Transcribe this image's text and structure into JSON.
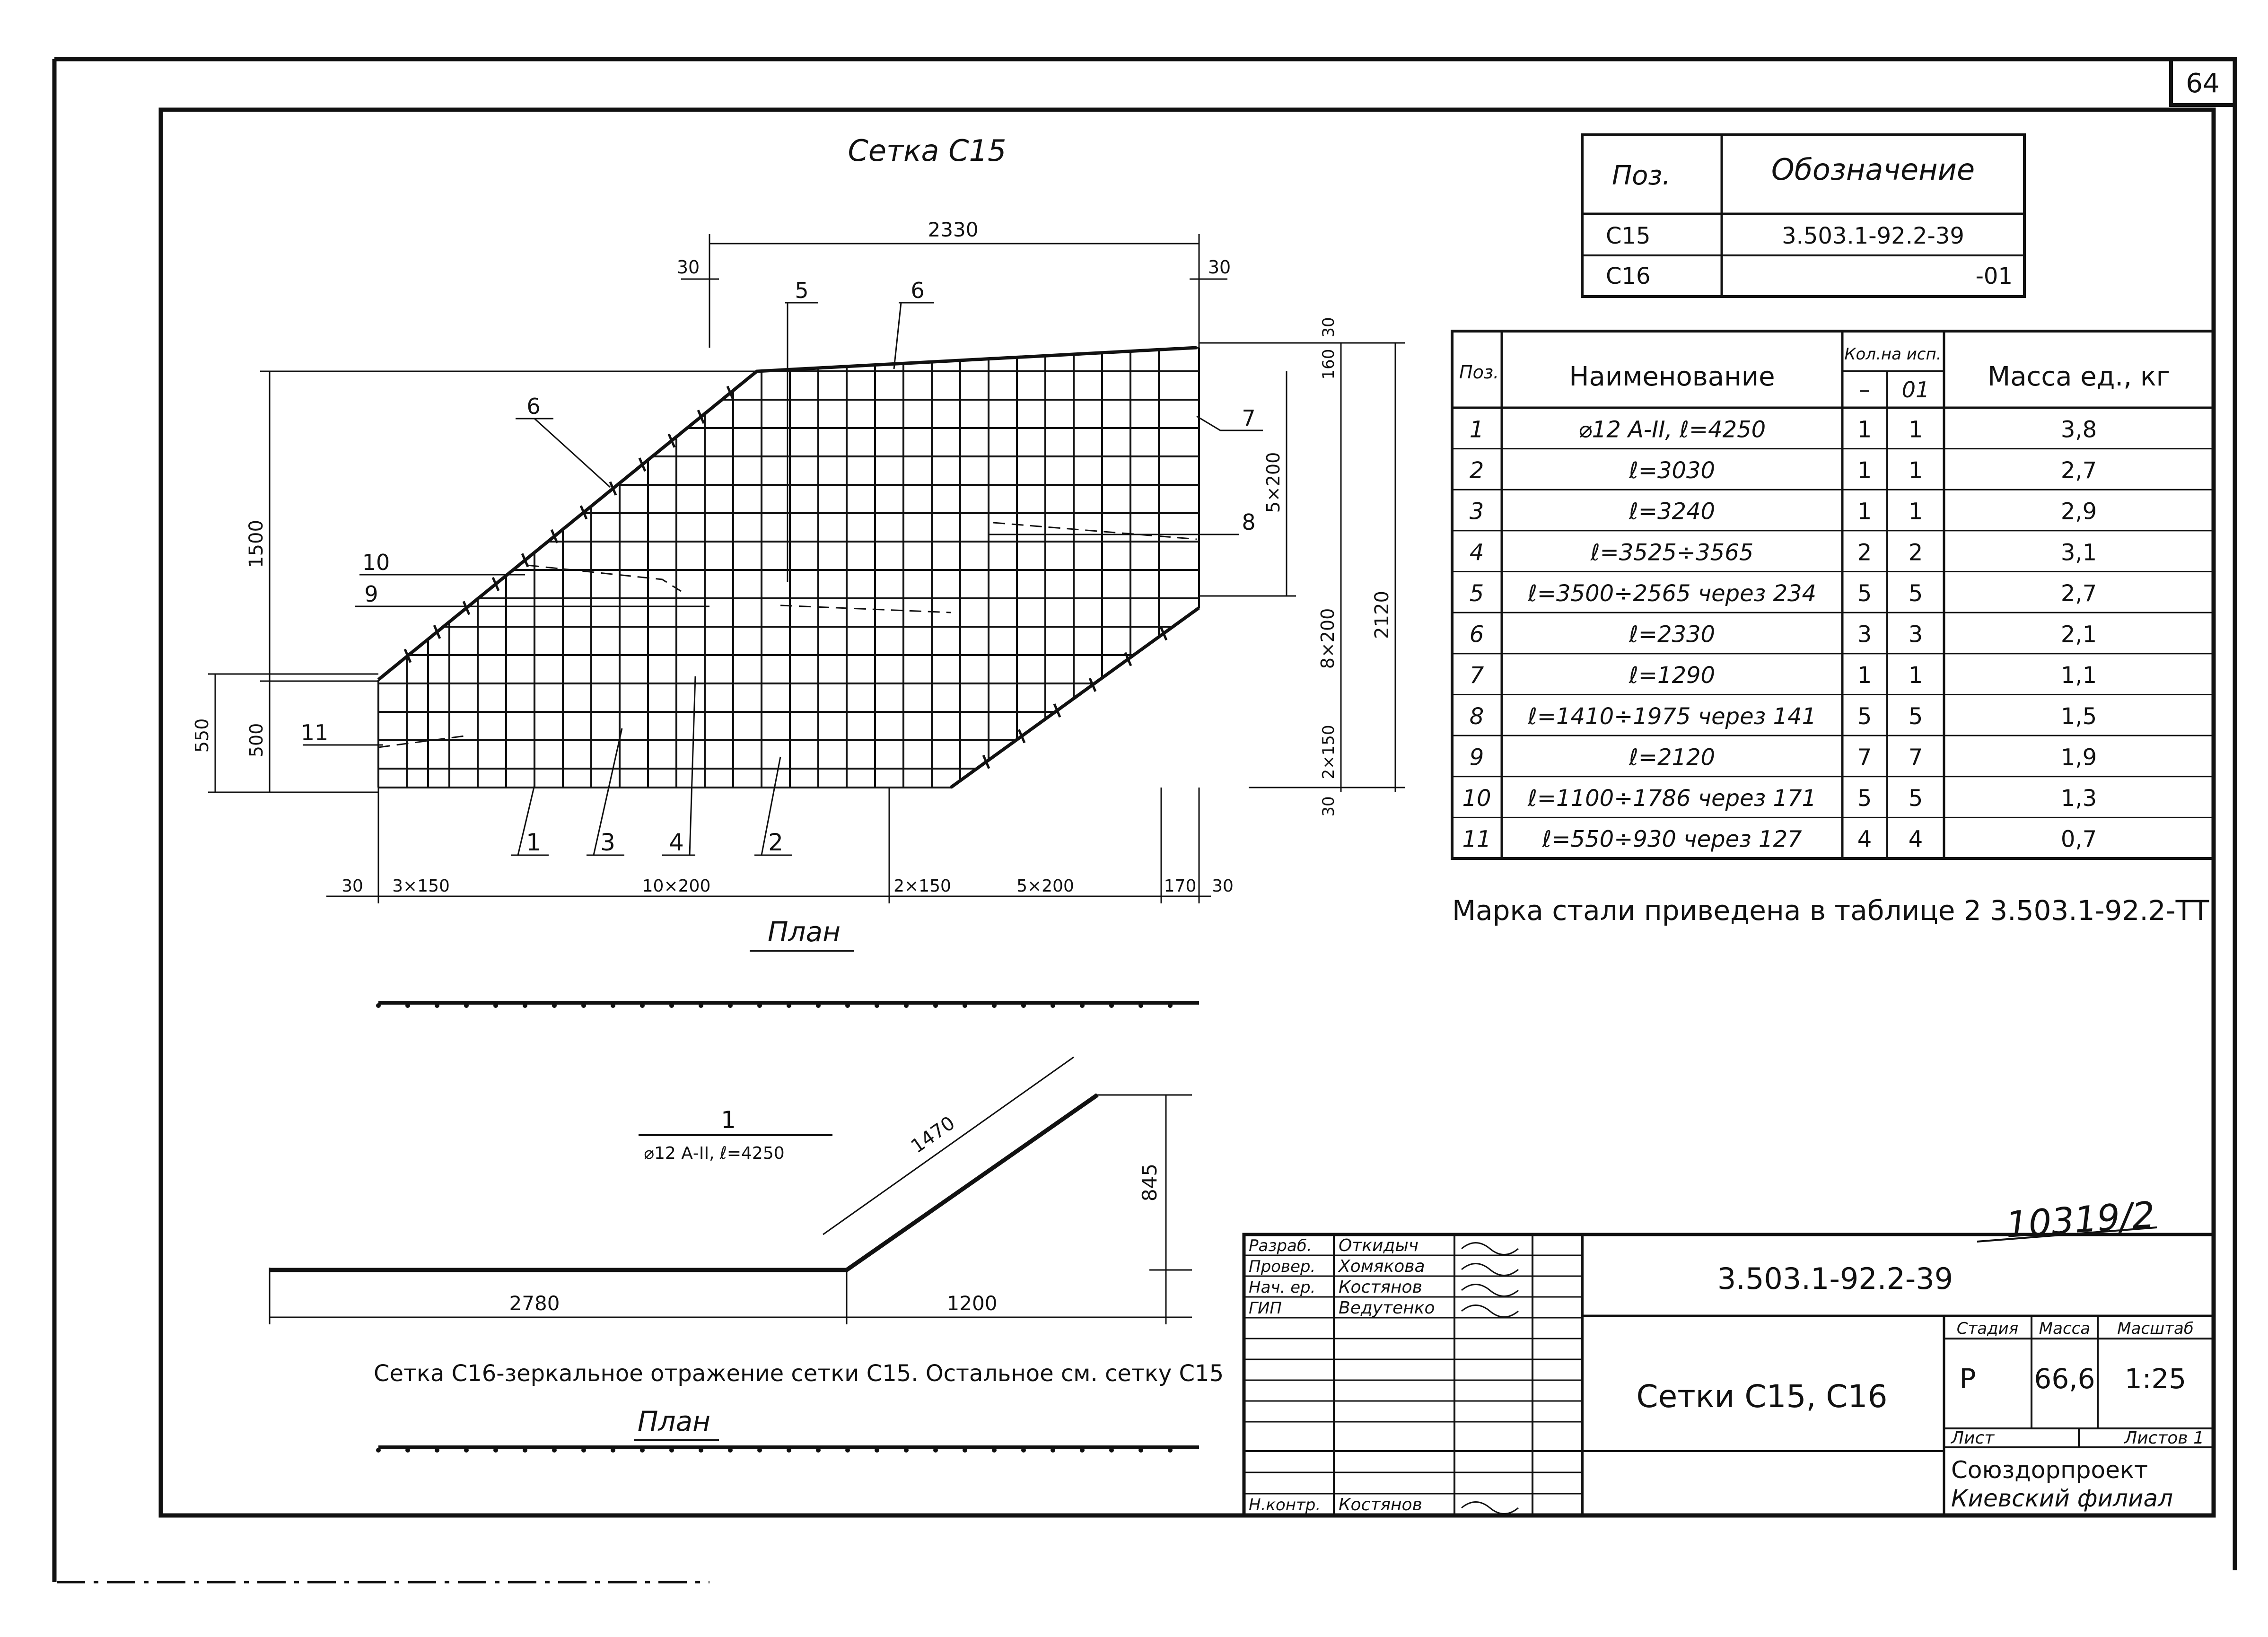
{
  "page_number": "64",
  "archive_number": "10319/2",
  "designation_table": {
    "headers": [
      "Поз.",
      "Обозначение"
    ],
    "rows": [
      [
        "С15",
        "3.503.1-92.2-39"
      ],
      [
        "С16",
        "-01"
      ]
    ]
  },
  "spec_table": {
    "headers": {
      "pos": "Поз.",
      "name": "Наименование",
      "qty": "Кол.на исп.",
      "qty_a": "–",
      "qty_b": "01",
      "mass": "Масса ед., кг"
    },
    "rows": [
      [
        "1",
        "⌀12 А-II, ℓ=4250",
        "1",
        "1",
        "3,8"
      ],
      [
        "2",
        "ℓ=3030",
        "1",
        "1",
        "2,7"
      ],
      [
        "3",
        "ℓ=3240",
        "1",
        "1",
        "2,9"
      ],
      [
        "4",
        "ℓ=3525÷3565",
        "2",
        "2",
        "3,1"
      ],
      [
        "5",
        "ℓ=3500÷2565 через 234",
        "5",
        "5",
        "2,7"
      ],
      [
        "6",
        "ℓ=2330",
        "3",
        "3",
        "2,1"
      ],
      [
        "7",
        "ℓ=1290",
        "1",
        "1",
        "1,1"
      ],
      [
        "8",
        "ℓ=1410÷1975 через 141",
        "5",
        "5",
        "1,5"
      ],
      [
        "9",
        "ℓ=2120",
        "7",
        "7",
        "1,9"
      ],
      [
        "10",
        "ℓ=1100÷1786 через 171",
        "5",
        "5",
        "1,3"
      ],
      [
        "11",
        "ℓ=550÷930 через 127",
        "4",
        "4",
        "0,7"
      ]
    ]
  },
  "steel_note": "Марка стали приведена в таблице 2  3.503.1-92.2-ТТ",
  "plan1": {
    "title": "Сетка С15",
    "caption": "План",
    "dims": {
      "top_width": "2330",
      "top_left_offset": "30",
      "top_right_offset": "30",
      "left_height": "1500",
      "left_low1": "550",
      "left_low2": "500",
      "right_total": "2120",
      "right_top": "30",
      "right_160": "160",
      "right_5x200": "5×200",
      "right_8x200": "8×200",
      "right_2x150": "2×150",
      "right_bottom": "30",
      "bottom_30a": "30",
      "bottom_3x150": "3×150",
      "bottom_10x200": "10×200",
      "bottom_2x150": "2×150",
      "bottom_5x200": "5×200",
      "bottom_170": "170",
      "bottom_30b": "30"
    },
    "callouts": [
      "5",
      "6",
      "6",
      "7",
      "8",
      "10",
      "9",
      "11",
      "1",
      "3",
      "4",
      "2"
    ]
  },
  "bar_detail": {
    "label_top": "1",
    "label_bottom": "⌀12 А-II, ℓ=4250",
    "dim_1470": "1470",
    "dim_845": "845",
    "dim_2780": "2780",
    "dim_1200": "1200"
  },
  "c16_note": "Сетка С16-зеркальное отражение сетки С15.  Остальное см. сетку С15",
  "plan2_caption": "План",
  "title_block": {
    "roles": [
      {
        "role": "Разраб.",
        "name": "Откидыч"
      },
      {
        "role": "Провер.",
        "name": "Хомякова"
      },
      {
        "role": "Нач. ер.",
        "name": "Костянов"
      },
      {
        "role": "ГИП",
        "name": "Ведутенко"
      },
      {
        "role": "Н.контр.",
        "name": "Костянов"
      }
    ],
    "doc_code": "3.503.1-92.2-39",
    "title": "Сетки С15, С16",
    "stage_label": "Стадия",
    "mass_label": "Масса",
    "scale_label": "Масштаб",
    "stage": "Р",
    "mass": "66,6",
    "scale": "1:25",
    "sheet_label": "Лист",
    "sheets_label": "Листов 1",
    "org1": "Союздорпроект",
    "org2": "Киевский филиал"
  }
}
